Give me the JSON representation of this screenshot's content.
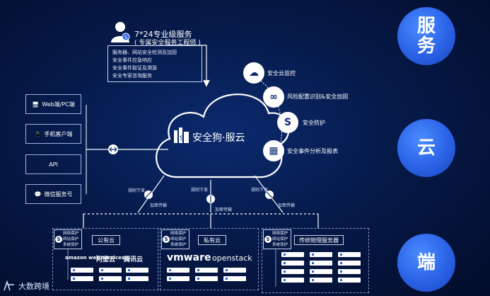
{
  "engineer": {
    "title": "7*24专业级服务",
    "subtitle": "( 专属安全服务工程师 )",
    "services": [
      "服务器、网站安全检测及加固",
      "安全事件应急响应",
      "安全事件取证及溯源",
      "安全专家咨询服务"
    ]
  },
  "cloud": {
    "icon_text": "S",
    "label": "安全狗·服云"
  },
  "features": [
    {
      "icon": "cloud-icon",
      "label": "安全云监控"
    },
    {
      "icon": "link-icon",
      "label": "风险配置识别&安全加固"
    },
    {
      "icon": "s-shield-icon",
      "label": "安全防护"
    },
    {
      "icon": "analysis-icon",
      "label": "安全事件分析及报表"
    }
  ],
  "clients": [
    {
      "icon": "monitor-icon",
      "label": "Web端/PC端"
    },
    {
      "icon": "phone-icon",
      "label": "手机客户端"
    },
    {
      "icon": "",
      "label": "API"
    },
    {
      "icon": "wechat-icon",
      "label": "微信服务号"
    }
  ],
  "transport": {
    "rule": "规则下发",
    "encrypted": "加密传输"
  },
  "sections": [
    {
      "tag": "公有云",
      "protection": [
        "网络保护",
        "网站保护",
        "系统保护"
      ],
      "logos": [
        "amazon web services",
        "阿里云",
        "腾讯云"
      ]
    },
    {
      "tag": "私有云",
      "protection": [
        "网络保护",
        "网站保护",
        "系统保护"
      ],
      "logos": [
        "vmware",
        "openstack"
      ]
    },
    {
      "tag": "传统物理服务器",
      "protection": [
        "网络保护",
        "网站保护",
        "系统保护"
      ]
    }
  ],
  "sidebar": [
    "服务",
    "云",
    "端"
  ],
  "footer": "大数跨境",
  "colors": {
    "background": "#061a4a",
    "circle": "#2a62e6",
    "line": "#ffffff"
  }
}
